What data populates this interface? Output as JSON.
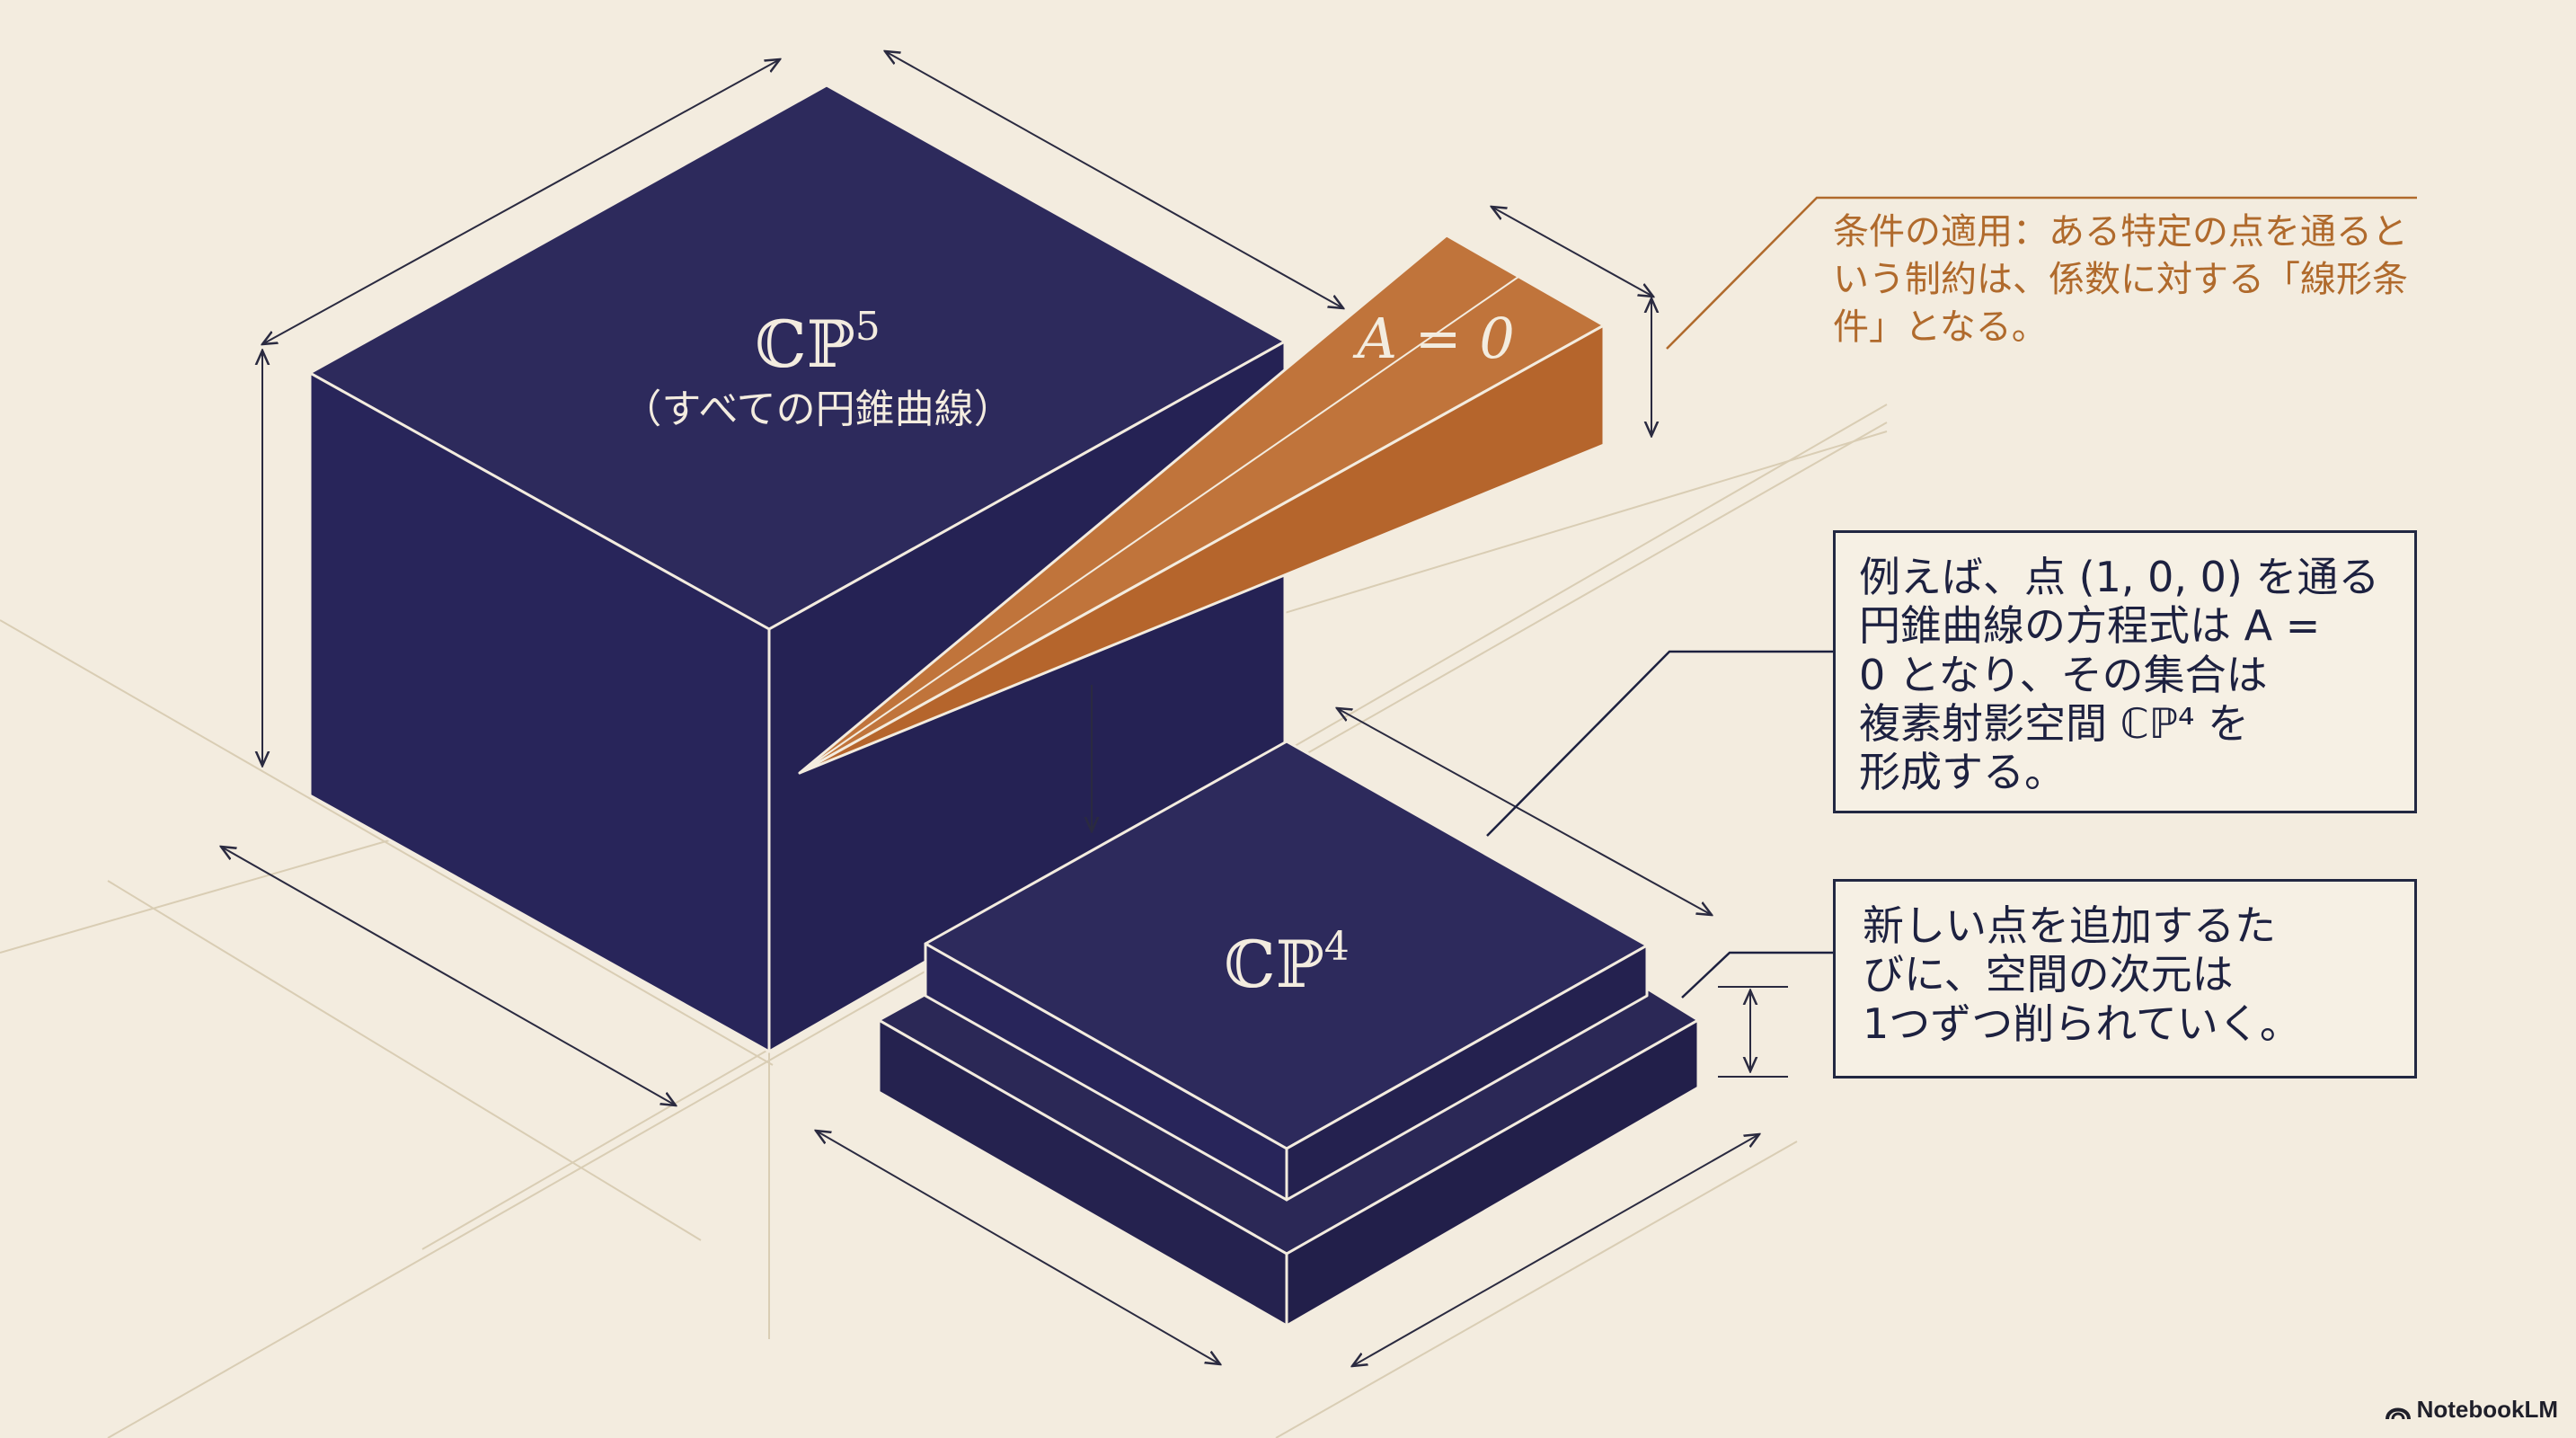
{
  "big_cube": {
    "label_base": "ℂℙ",
    "label_sup": "5",
    "sublabel": "（すべての円錐曲線）"
  },
  "wedge": {
    "label": "A = 0"
  },
  "small_block": {
    "label_base": "ℂℙ",
    "label_sup": "4"
  },
  "annotations": {
    "condition": "条件の適用：ある特定の点を通るという制約は、係数に対する「線形条件」となる。",
    "example": {
      "line1": "例えば、点 (1, 0, 0) を通る",
      "line2": "円錐曲線の方程式は A =",
      "line3": "0 となり、その集合は",
      "line4": "複素射影空間 ℂℙ⁴ を",
      "line5": "形成する。"
    },
    "dimension": {
      "line1": "新しい点を追加するた",
      "line2": "びに、空間の次元は",
      "line3": "1つずつ削られていく。"
    }
  },
  "brand": "NotebookLM",
  "colors": {
    "background": "#f3ecdf",
    "block_navy": "#2b2856",
    "wedge_orange": "#b8672f",
    "accent_text": "#b06a2c",
    "ink": "#1d2140"
  }
}
